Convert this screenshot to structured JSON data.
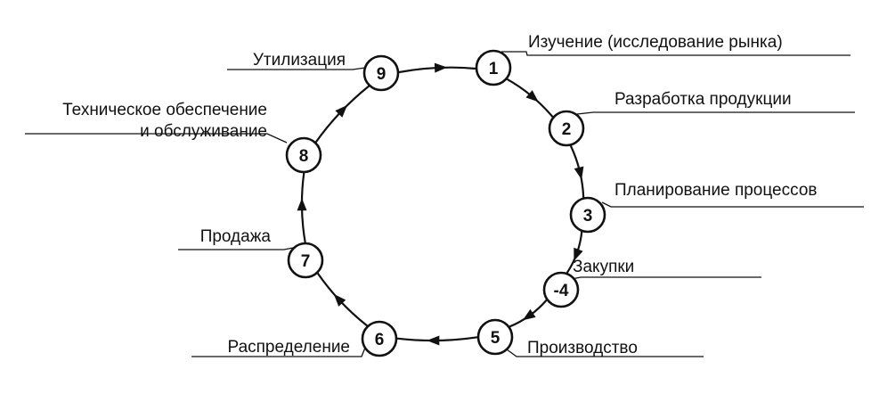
{
  "stages": [
    {
      "number": "1",
      "label": [
        "Изучение (исследование рынка)"
      ]
    },
    {
      "number": "2",
      "label": [
        "Разработка продукции"
      ]
    },
    {
      "number": "3",
      "label": [
        "Планирование  процессов"
      ]
    },
    {
      "number": "-4",
      "label": [
        "Закупки"
      ]
    },
    {
      "number": "5",
      "label": [
        "Производство"
      ]
    },
    {
      "number": "6",
      "label": [
        "Распределение"
      ]
    },
    {
      "number": "7",
      "label": [
        "Продажа"
      ]
    },
    {
      "number": "8",
      "label": [
        "Техническое обеспечение",
        "и обслуживание"
      ]
    },
    {
      "number": "9",
      "label": [
        "Утилизация"
      ]
    }
  ]
}
